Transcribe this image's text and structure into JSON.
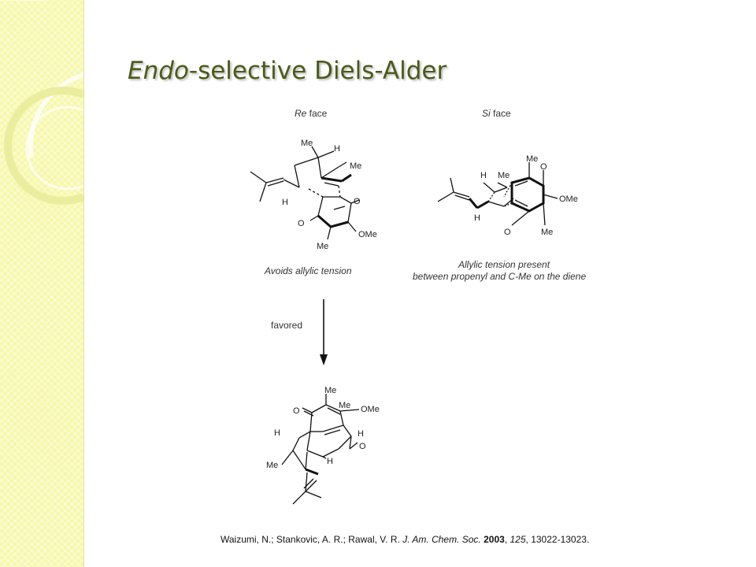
{
  "slide": {
    "title_italic": "Endo",
    "title_rest": "-selective Diels-Alder",
    "background_band_color": "#f6f7a8",
    "title_color": "#4a5a1a"
  },
  "re_face": {
    "header_italic": "Re",
    "header_rest": " face",
    "caption": "Avoids allylic tension",
    "labels": [
      "Me",
      "H",
      "Me",
      "H",
      "O",
      "O",
      "OMe",
      "Me"
    ]
  },
  "si_face": {
    "header_italic": "Si",
    "header_rest": " face",
    "caption_line1": "Allylic tension present",
    "caption_line2": "between propenyl and C-Me on the diene",
    "labels": [
      "Me",
      "O",
      "H",
      "Me",
      "OMe",
      "H",
      "O",
      "Me"
    ]
  },
  "arrow": {
    "label": "favored"
  },
  "product": {
    "labels": [
      "Me",
      "Me",
      "OMe",
      "O",
      "H",
      "H",
      "O",
      "H",
      "Me"
    ]
  },
  "citation": {
    "authors": "Waizumi, N.; Stankovic, A. R.; Rawal, V. R. ",
    "journal": "J. Am. Chem. Soc.",
    "year": "2003",
    "volume": "125",
    "pages": "13022-13023."
  }
}
